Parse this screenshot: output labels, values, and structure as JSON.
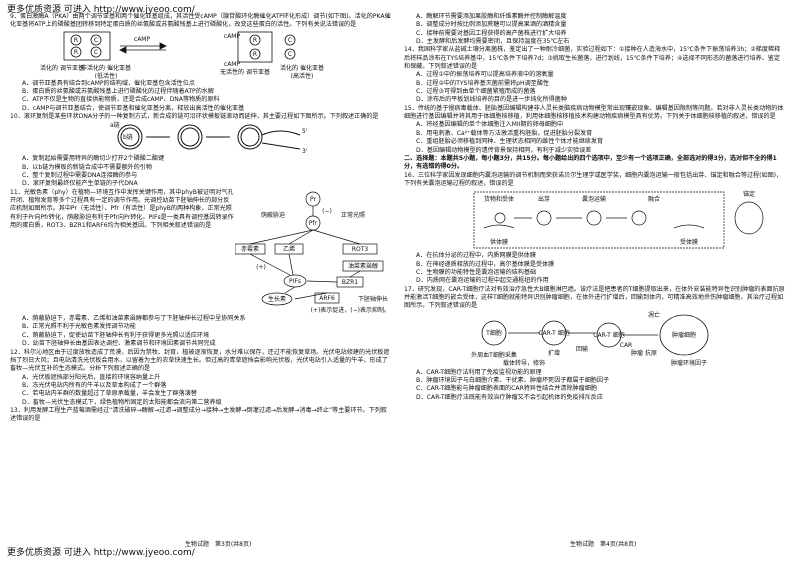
{
  "header": "更多优质资源 可进入 http://www.jyeoo.com/",
  "footer": "更多优质资源 可进入 http://www.jyeoo.com/",
  "page_left": "生物试题　第3页(共8页)",
  "page_right": "生物试题　第4页(共8页)",
  "q9": {
    "stem": "9．蛋白激酶A（PKA）由两个调节亚基和两个催化亚基组成，其活性受cAMP（腺苷酸环化酶催化ATP环化形成）调节(如下图)。活化的PKA催化亚基将ATP上的磷酸基团转移到特定蛋白质的丝氨酸或苏氨酸残基上进行磷酸化，改变这些蛋白的活性。下列有关说法错误的是",
    "fig": {
      "camp": "cAMP",
      "r": "R",
      "c": "C",
      "lab1": "活化的\n调节亚基",
      "lab2": "非活化的\n催化亚基",
      "lab2b": "(低活性)",
      "lab3": "无活性的\n调节亚基",
      "lab4": "活化的\n催化亚基",
      "lab4b": "(高活性)"
    },
    "opts": [
      "A．调节亚基具有结合到cAMP的结构域，催化亚基包含活性位点",
      "B．蛋白质的丝氨酸或苏氨酸残基上进行磷酸化的过程伴随着ATP的水解",
      "C．ATP不仅是生物的直接供能物质，还是合成cAMP、DNA等物质的原料",
      "D．cAMP与调节亚基结合，使调节亚基和催化亚基分离，释放出高活性的催化亚基"
    ]
  },
  "q10": {
    "stem": "10．滚环复制是某些环状DNA分子的一种复制方式，新合成的链可沿环状模板链滚动而延伸，其主要过程如下图所示。下列叙述正确的是",
    "fig": {
      "a": "a链",
      "b": "b链",
      "p5": "5'",
      "p3": "3'"
    },
    "opts": [
      "A．复制起始需要用特异的酶切少打开2个磷酸二酯键",
      "B．以b链为模板的新链合成中不需要额外的引物",
      "C．整个复制过程中需要DNA连接酶的参与",
      "D．滚环复制最终仅能产生单链的子代DNA"
    ]
  },
  "q11": {
    "stem": "11．光敏色素（phy）在植物—环境互作中发挥关键作用，其中phyB被证明对气孔开闭、植物发育等多个过程具有一定的调节作用。光调控幼苗下胚轴伸长的部分反应机制如图所示。其中Pr（无活性）、Pfr（有活性）是phyB的两种构象，正常光照有利于Pr向Pfr转化，荫蔽胁迫有利于Pfr向Pr转化。PIFs是一类具有调控基因转录作用的蛋白质，ROT3、BZR1和ARF6均为相关基因。下列相关叙述错误的是",
    "fig": {
      "shade": "荫蔽胁迫",
      "light": "正常光照",
      "pr": "Pr",
      "pfr": "Pfr",
      "pifs": "PIFs",
      "chimei": "赤霉素",
      "yixi": "乙烯",
      "rot3": "ROT3",
      "youcai": "油菜素甾醇",
      "bzr1": "BZR1",
      "arf6": "ARF6",
      "grow": "生长素",
      "hyp": "下胚轴伸长",
      "legend": "(+)表示促进，(−)表示抑制。",
      "plus": "(+)",
      "minus": "(−)"
    },
    "opts": [
      "A．荫蔽胁迫下，赤霉素、乙烯和油菜素甾醇都参与了下胚轴伸长过程中呈协同关系",
      "B．正常光照不利于光敏色素发挥调节功能",
      "C．荫蔽胁迫下，促使幼苗下胚轴伸长有利于获得更多光照以适应环境",
      "D．幼苗下胚轴伸长由基因表达调控、激素调节和环境因素调节共同完成"
    ]
  },
  "q12": {
    "stem": "12．科尔沁地区由于过度放牧造成了荒漠，后因为禁牧、封育，植被逐渐恢复，水分难以保存，还过不能恢复草场。光伏电站修建的光伏板遮挡了烈日大风；且电站清洗光伏板会用水，以留着为主的农草快速生长。但过高的青草遮挡会影响光伏板，光伏电站引入适量的牛羊，形成了畜牧—光伏互补的生态模式。分析下列叙述正确的是",
    "opts": [
      "A．光伏板遮挡部分阳光后，直接的环境容纳量上升",
      "B．冻光伏电站内所有的牛羊以及草本构成了一个群落",
      "C．若电站内羊群的数量超过了草原承载量，羊会发生了群落演替",
      "D．畜牧—光伏生态模式下，绿色植物所固定的太阳能都会流向第二营养级"
    ]
  },
  "q13": {
    "stem": "13．利用发酵工程生产蓝莓酒需经过“清洗破碎→酶解→过滤→调整成分→接种→主发酵→倒灌过滤→后发酵→消毒→终止”等主要环节。下列叙述错误的是"
  },
  "q13opts": [
    "A．酶解环节需要添加果胶酶和纤维素酶并控制酶解温度",
    "B．调整成分时按比例添加蔗糖可以提高果酒的酒精含量",
    "C．接种前需要对基因工程获得的高产菌株进行扩大培养",
    "D．主发酵和后发酵均需要密闭，且保持温度在35℃左右"
  ],
  "q14": {
    "stem": "14．我国科学家从盐碱土壤分离菌株，鉴定出了一种耐冷细菌，实验过程如下：①接种在人造海水中，15℃条件下振荡培养3h；②梯度稀释后将样品涂布在TYS培养基中，15℃条件下培养7d；③挑取生长菌落，进行划线，15℃条件下培养；④选择不同形态的菌落进行培养、鉴定和保藏。下列叙述错误的是",
    "opts": [
      "A．过程①中的振荡培养可以提高培养液中的溶氧量",
      "B．过程②中的TYS培养基灭菌前需将pH调至酸性",
      "C．过程③可得到由单个细菌繁殖而成的菌落",
      "D．涂布后的平板划线培养的目的是进一步纯化所得菌种"
    ]
  },
  "q15": {
    "stem": "15．传统的基于慢病毒载体、胚胎基因编辑构建非人灵长类脑疾病动物模型常出现镶嵌现象、编辑基因限制等问题。若对非人灵长类动物的体细胞进行基因编辑并将其用于体细胞核移植，利用体细胞核移植技术构建动物疾病模型具有优势。下列关于体细胞核移植的叙述，错误的是",
    "opts": [
      "A．将经基因编辑的单个体细胞注入MII期的卵母细胞中",
      "B．用电刺激、Ca²⁺载体等方法激活重构胚胎，促进胚胎分裂发育",
      "C．重组胚胎必须移植到同种、生理状态相同的雌性个体才能继续发育",
      "D．基因编辑动物模型的遗传背景保持相同，有利于减少实验误差"
    ]
  },
  "sec2": "二、选择题：本题共5小题，每小题3分，共15分。每小题给出的四个选项中，至少有一个选项正确，全部选对的得3分，选对但不全的得1分，有选错的得0分。",
  "q16": {
    "stem": "16．三位科学家因发现细胞内囊泡运输的调节机制而荣获诺贝尔生理学或医学奖，细胞内囊泡运输一般包括出芽、锚定和融合等过程(如图)，下列有关囊泡运输过程的叙述，错误的是",
    "fig": {
      "s1": "货物和受体",
      "s2": "出芽",
      "s3": "囊泡运输",
      "s4": "锚定",
      "s5": "融合",
      "donor": "供体膜",
      "acceptor": "受体膜"
    },
    "opts": [
      "A．在抗体分泌的过程中，内质网膜是供体膜",
      "B．在神经递质释放的过程中，高尔基体膜是受体膜",
      "C．生物膜的功能特性是囊泡运输的结构基础",
      "D．内质网在囊泡运输的过程中起交通枢纽的作用"
    ]
  },
  "q17": {
    "stem": "17．研究发现，CAR-T细胞疗法对有效治疗急性大B细胞淋巴癌。该疗法是把患者的T细胞提取出来，在体外安装能特异性识别肿瘤的表面抗原并能激活T细胞的嵌合受体，这样T细胞就能特异识别肿瘤细胞，在体外进行扩增后，回输到体内，可精准高效地杀伤肿瘤细胞，其治疗过程如图所示。下列叙述错误的是",
    "fig": {
      "t": "T细胞",
      "cart1": "CAR-T\n细胞",
      "cart2": "CAR-T\n细胞",
      "tumor": "肿瘤细胞",
      "extract": "外周血T细胞采集",
      "vector": "载体转导，修饰",
      "expand": "扩增",
      "infuse": "回输",
      "kill": "凋亡",
      "car": "CAR",
      "antigen": "肿瘤\n抗原",
      "env": "肿瘤环境因子"
    },
    "opts": [
      "A．CAR-T细胞疗法利用了免疫监视功能的原理",
      "B．肿瘤环境因子与白细胞介素、干扰素、肿瘤坏死因子都属于细胞因子",
      "C．CAR-T细胞能与肿瘤细胞表面的CAR特异性结合并清除肿瘤细胞",
      "D．CAR-T细胞疗法既能有效治疗肿瘤又不会引起机体的免疫排斥反应"
    ]
  }
}
